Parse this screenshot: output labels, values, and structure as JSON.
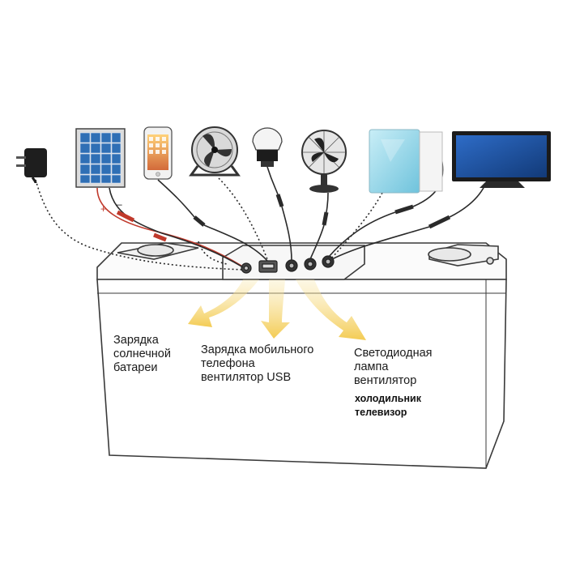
{
  "colors": {
    "outline": "#3a3a3a",
    "arrow": "#f6d36a",
    "red_wire": "#c0392b",
    "solar_cell": "#2f6fb5",
    "tv_screen": "#1c4f9c",
    "fridge": "#8fd3e6"
  },
  "devices": [
    {
      "icon": "wall-charger-icon"
    },
    {
      "icon": "solar-panel-icon"
    },
    {
      "icon": "smartphone-icon"
    },
    {
      "icon": "floor-fan-icon"
    },
    {
      "icon": "led-bulb-icon"
    },
    {
      "icon": "desk-fan-icon"
    },
    {
      "icon": "mini-fridge-icon"
    },
    {
      "icon": "television-icon"
    }
  ],
  "labels": {
    "solar_charging": [
      "Зарядка",
      "солнечной",
      "батареи"
    ],
    "phone_charging": [
      "Зарядка мобильного",
      "телефона",
      "вентилятор USB"
    ],
    "led_lamp": [
      "Светодиодная",
      "лампа",
      "вентилятор"
    ],
    "fridge_tv": [
      "холодильник",
      "телевизор"
    ]
  },
  "wire_signs": {
    "plus": "+",
    "minus": "–"
  }
}
